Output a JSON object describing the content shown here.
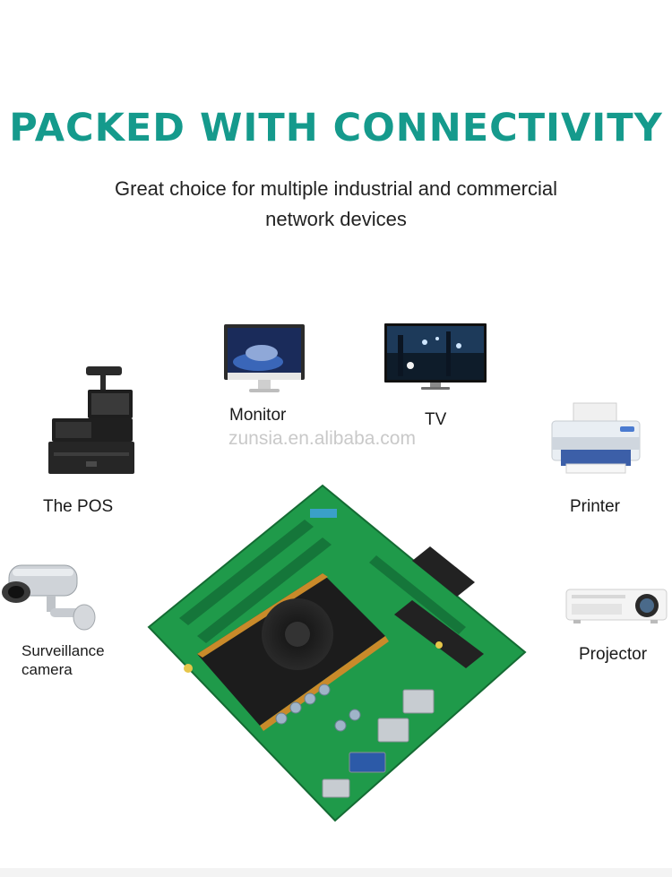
{
  "heading": {
    "title": "PACKED WITH CONNECTIVITY",
    "subtitle_line1": "Great choice for multiple industrial and commercial",
    "subtitle_line2": "network devices"
  },
  "devices": {
    "monitor": "Monitor",
    "tv": "TV",
    "pos": "The POS",
    "printer": "Printer",
    "camera_line1": "Surveillance",
    "camera_line2": "camera",
    "projector": "Projector"
  },
  "watermark": "zunsia.en.alibaba.com",
  "colors": {
    "title": "#159a8c",
    "board": "#1f9a4a",
    "heatsink": "#1c1c1c",
    "fan_ring": "#c98a2a"
  }
}
